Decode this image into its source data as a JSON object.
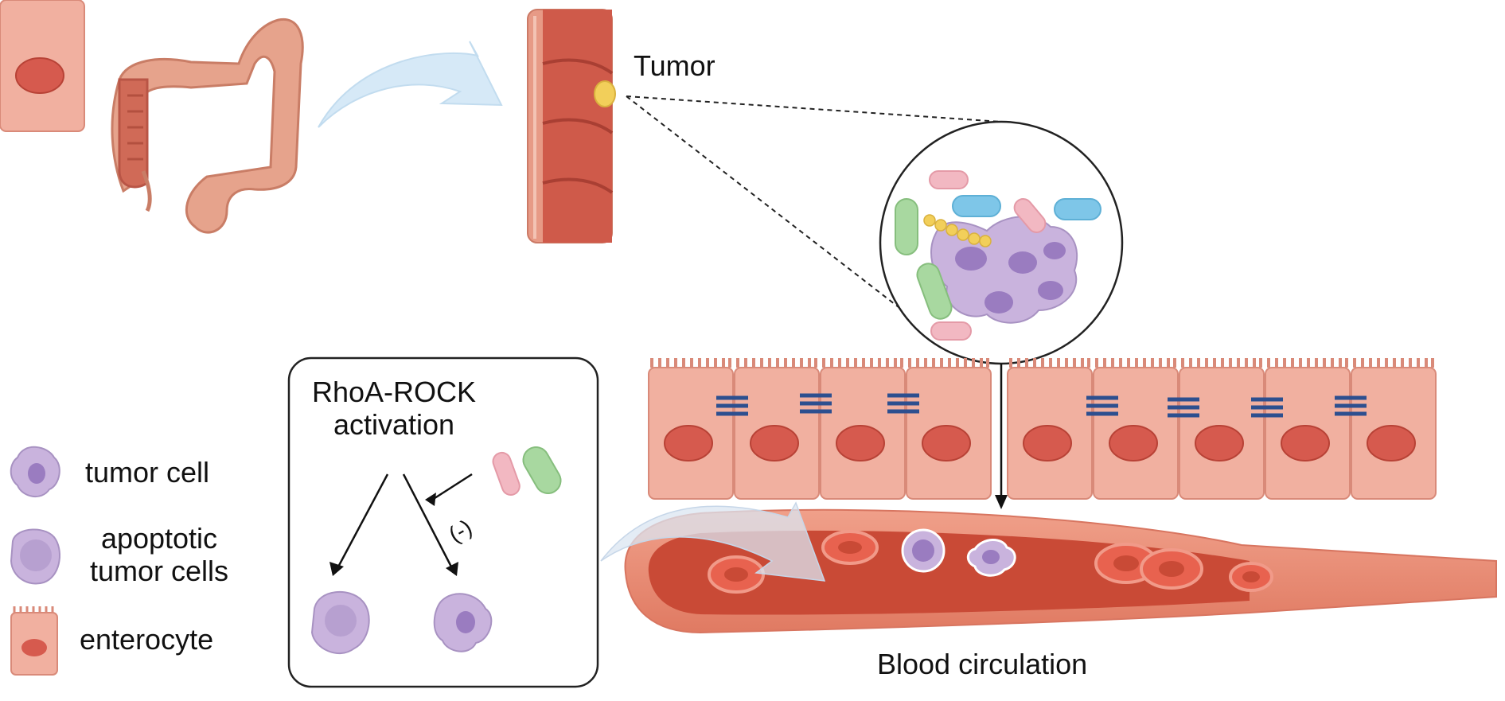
{
  "labels": {
    "tumor": "Tumor",
    "rhoa_line1": "RhoA-ROCK",
    "rhoa_line2": "activation",
    "inhibit_sign": "(-)",
    "blood": "Blood circulation"
  },
  "legend": [
    {
      "icon": "tumor-cell-icon",
      "label": "tumor cell"
    },
    {
      "icon": "apoptotic-cell-icon",
      "label_line1": "apoptotic",
      "label_line2": "tumor cells"
    },
    {
      "icon": "enterocyte-icon",
      "label": "enterocyte"
    }
  ],
  "colors": {
    "colon": "#e6a38c",
    "colon_dark": "#c9604f",
    "lumen": "#cf5a4a",
    "tumor_yellow": "#f2cf5a",
    "tumor_cell": "#c9b3dd",
    "tumor_nucleus": "#9a7cc0",
    "enterocyte": "#f1b0a0",
    "enterocyte_nucleus": "#d65a4e",
    "junction": "#2d4f8f",
    "vessel_wall": "#e98a70",
    "vessel_lumen": "#c94a36",
    "rbc": "#e8624f",
    "bacteria_green": "#a8d8a0",
    "bacteria_blue": "#7ec6e8",
    "bacteria_pink": "#f2b8c2",
    "arrow_blue": "#d6e9f7"
  }
}
